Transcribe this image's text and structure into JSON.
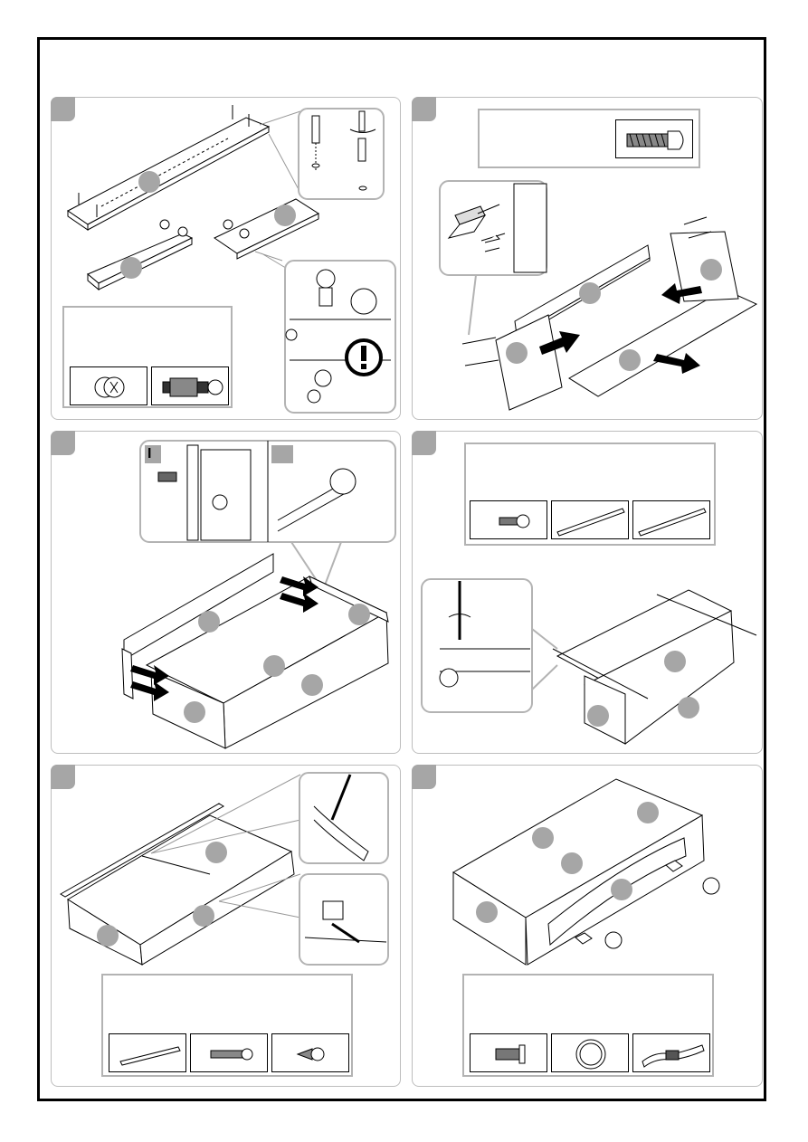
{
  "page": {
    "title": ""
  },
  "colors": {
    "frame": "#000000",
    "panel_border": "#bdbdbd",
    "callout_border": "#b3b3b3",
    "part_label": "#a6a6a6",
    "step_badge": "#a6a6a6"
  },
  "steps": [
    {
      "id": 1,
      "hardware": [
        "cam-lock-icon",
        "cam-bolt-icon"
      ],
      "note": "warning-icon"
    },
    {
      "id": 2,
      "hardware": [
        "wood-dowel-icon"
      ]
    },
    {
      "id": 3,
      "inset_labels": [
        "I",
        ""
      ]
    },
    {
      "id": 4,
      "hardware": [
        "screw-icon",
        "drawer-slide-left-icon",
        "drawer-slide-right-icon"
      ]
    },
    {
      "id": 5,
      "hardware": [
        "drawer-slide-icon",
        "long-screw-icon",
        "short-screw-icon"
      ]
    },
    {
      "id": 6,
      "hardware": [
        "handle-bolt-icon",
        "knob-icon",
        "decorative-escutcheon-icon"
      ]
    }
  ]
}
